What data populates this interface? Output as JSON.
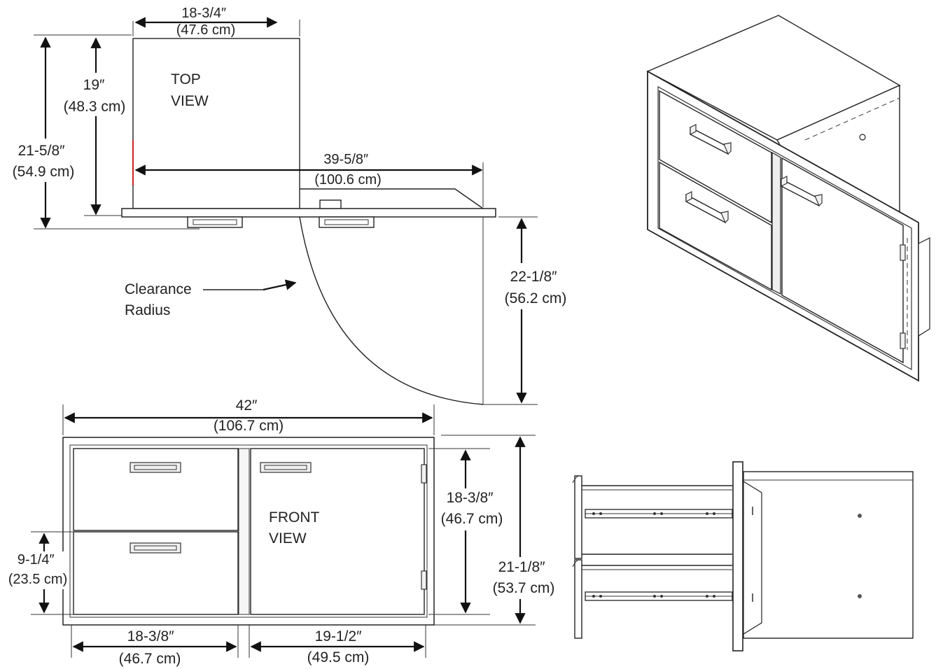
{
  "views": {
    "top": "TOP\nVIEW",
    "front": "FRONT\nVIEW"
  },
  "callouts": {
    "clearance": "Clearance\nRadius"
  },
  "dimensions": {
    "top_width": "18-3/4″\n(47.6 cm)",
    "top_inner_depth": "19″\n(48.3 cm)",
    "top_total_depth": "21-5/8″\n(54.9 cm)",
    "top_open_width": "39-5/8″\n(100.6 cm)",
    "door_swing": "22-1/8″\n(56.2 cm)",
    "front_total_width": "42″\n(106.7 cm)",
    "front_door_height": "18-3/8″\n(46.7 cm)",
    "front_total_height": "21-1/8″\n(53.7 cm)",
    "front_drawer_height": "9-1/4″\n(23.5 cm)",
    "front_drawer_width": "18-3/8″\n(46.7 cm)",
    "front_door_width": "19-1/2″\n(49.5 cm)"
  },
  "colors": {
    "line": "#222222",
    "accent_edge": "#cc2222"
  }
}
